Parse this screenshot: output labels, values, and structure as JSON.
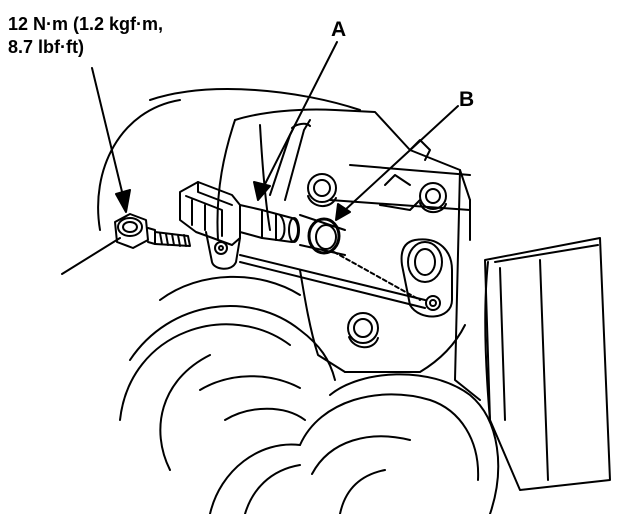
{
  "labels": {
    "torque_line_1": "12 N·m (1.2 kgf·m,",
    "torque_line_2": "8.7 lbf·ft)",
    "callout_a": "A",
    "callout_b": "B"
  },
  "colors": {
    "ink": "#000000",
    "paper": "#ffffff"
  }
}
